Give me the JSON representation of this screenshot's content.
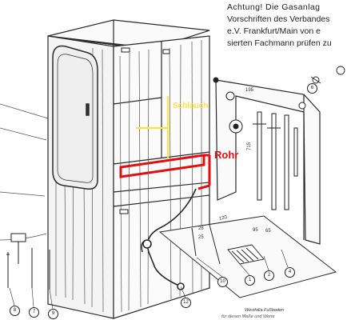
{
  "notice": {
    "line1": "Achtung!  Die Gasanlag",
    "line2": "Vorschriften des Verbandes",
    "line3": "e.V. Frankfurt/Main von e",
    "line4": "sierten Fachmann prüfen zu"
  },
  "labels": {
    "schlauch": "Schlauch",
    "rohr": "Rohr",
    "floor": "Westfalia Fußboden",
    "bottom": "für diesen Maße und Werte"
  },
  "dimensions": {
    "d195": "195",
    "d715": "715",
    "d120": "120",
    "d95": "95",
    "d65": "65",
    "d28": "28",
    "d25": "25"
  },
  "callouts": {
    "c8": "8",
    "c7": "7",
    "c9": "9",
    "c12": "12",
    "c10": "10",
    "c1": "1",
    "c2": "2",
    "c4": "4",
    "c6": "6"
  },
  "colors": {
    "line": "#2a2a2a",
    "schlauch": "#ffe24a",
    "rohr": "#e11010",
    "paper": "#ffffff"
  }
}
